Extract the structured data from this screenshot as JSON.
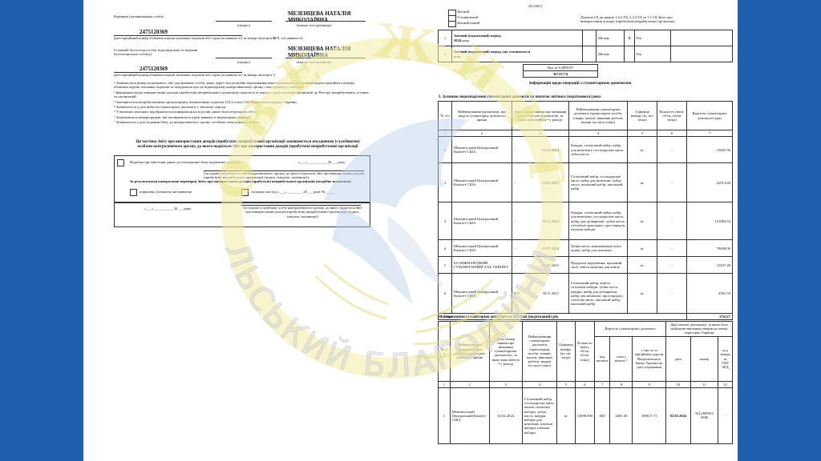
{
  "left": {
    "head_role": "Керівник (уповноважена особа)",
    "head_name": "МЕЗЕНЦЕВА НАТАЛІЯ МИКОЛАЇВНА",
    "sign_hint": "(підпис)",
    "name_hint": "(власне ім'я прізвище)",
    "head_code": "2475120369",
    "code_hint": "(реєстраційний номер облікової картки платника податків або серія (за наявності) та номер паспорта ¹)",
    "mp": "М.П. (за наявності)",
    "acc_role": "Головний бухгалтер (особа, відповідальна за ведення бухгалтерського обліку)",
    "acc_name": "МЕЗЕНЦЕВА НАТАЛІЯ МИКОЛАЇВНА",
    "acc_code": "2475120369",
    "notes": [
      "¹ Зазначається номер податкового, або для фізичної особи, якщо через свої релігійні переконання вона відмовилась від прийняття реєстраційного номера облікової картки платника податків та повідомила про це відповідному контролюючому органу і має відмітку у паспорті.",
      "² Інформація щодо використання доходів (прибутків) неприбуткової організації подається за період з дати внесення організації до Реєстру неприбуткових установ та організацій.",
      "³ Заповнюється неприбутковими організаціями, визначеними пунктом 133.4 статті 133 Податкового кодексу України.",
      "⁴ Зазначається у разі вибуття гуманітарної допомоги у звітному періоді.",
      "⁵ У вказаних колонках відображається інформація на підставі даних бухгалтерського обліку.",
      "⁶ Зазначаються номери рядків, які заповнюються в разі наявності відповідних операцій.",
      "⁷ Зазначається у разі подання Звіту до контролюючого органу засобами електронного зв'язку."
    ],
    "control_title": "Ця частина Звіту про використання доходів (прибутків) неприбуткової організації заповнюється посадовими (службовими) особами контролюючого органу, до якого подається Звіт про використання доходів (прибутків) неприбуткової організації",
    "mark_text": "Відмітка про внесення даних до електронної бази податкової звітності",
    "date_line": "«___» __________ 20___ року",
    "official_hint": "(посадова (службова) особа контролюючого органу, до якого подається Звіт про використання доходів (прибутків) неприбуткової організації (підпис, ініціали, прізвище))",
    "review_title": "За результатами камеральної перевірки Звіту про використання доходів (прибутків) неприбуткової організації (потрібне позначити)",
    "opt_ok": "порушень (помилок) не виявлено",
    "opt_act": "складено акт від «___» ________ 20___ року №_____",
    "date_line2": "«___» __________ 20___ року",
    "official_hint2": "(посадова (службова) особа контролюючого органу, до якого подається Звіт про використання доходів (прибутків) неприбуткової організації (підпис, ініціали, прізвище))"
  },
  "right": {
    "code_top": "J0133811",
    "flags": [
      "Звітний",
      "Уточнюючий",
      "Звітний новий"
    ],
    "annex": "Додаток ГД до рядків 1.4.2 ГД, 2.4.2 ГД та 3.1 ГД Звіту про використання доходів (прибутків) неприбуткової організації",
    "row1_label": "Звітний (податковий) період",
    "row1_year": "2024",
    "row1_unit": "року",
    "row2_label": "Звітний (податковий) період, що уточнюється",
    "row2_unit": "року",
    "month_label": "Місяць",
    "year_label": "Рік",
    "mark_x": "X",
    "edrpou_label": "Код за ЄДРПОУ",
    "edrpou": "36723774",
    "info_title": "Інформація щодо операцій з гуманітарною допомогою",
    "section1": "І. Залишок нерозподіленої гуманітарної допомоги на початок звітного (податкового) року",
    "section2": "ІІ. Отримання гуманітарної допомоги за звітний (податковий) рік",
    "t1_head": [
      "№ з/п",
      "Найменування організації, яка надала гуманітарну допомогу, країна",
      "Дата, номер заявки про визнання гуманітарною допомогою, за якою вона вибула ⁴ у рокоді",
      "Найменування гуманітарної допомоги (транспортні засоби, товари, кошти, виконані роботи, надані послуги тощо)",
      "Одиниця виміру (кг, шт. тощо)",
      "Кількість (ваги, об'єм, обсяг тощо)",
      "Вартість гуманітарної допомоги (грн)"
    ],
    "t1_nums": [
      "1",
      "2",
      "3",
      "4",
      "5",
      "6",
      "7"
    ],
    "t1_rows": [
      {
        "n": "1",
        "org": "Менонітський Центральний Комітет США",
        "code": "-",
        "date": "02.02.2023",
        "item": "Ковдри, гігієнічний набір, набір для немовлят, господарське мило, зубна паста",
        "unit": "кг",
        "qty": "-",
        "val": "13065.96"
      },
      {
        "n": "2",
        "org": "Менонітський Центральний Комітет США",
        "code": "-",
        "date": "29.06.2023",
        "item": "Гігієнічний набір, господарське мило, набір для немовлят, зубна паста, шкільний набір, шкільний набір",
        "unit": "кг",
        "qty": "-",
        "val": "42914.66"
      },
      {
        "n": "3",
        "org": "Менонітський Центральний Комітет США",
        "code": "-",
        "date": "23.11.2023",
        "item": "Ковдри, гігієнічний набір, набір для немовлят, господарське мило, набір для дезінфекції, зубна паста, гігієнічні прокладки, простирадла, шкільні набори",
        "unit": "кг",
        "qty": "-",
        "val": "121884.54"
      },
      {
        "n": "4",
        "org": "Менонітський Центральний Комітет США",
        "code": "-",
        "date": "07.07.2022",
        "item": "Зубна паста, консервоване м'ясо курки, набір для немовлят",
        "unit": "кг",
        "qty": "-",
        "val": "78658.96"
      },
      {
        "n": "5",
        "org": "БО МІЖНАРОДНИЙ ГУМАНІТАРНИЙ ХАБ УКРАЇНА",
        "code": "-",
        "date": "27.10.2023",
        "item": "Продукти харчування, пральний засіб, павла медична для жінок",
        "unit": "кг",
        "qty": "-",
        "val": "15237.40"
      },
      {
        "n": "6",
        "org": "Менонітський Центральний Комітет США",
        "code": "675",
        "date": "30.11.2021",
        "item": "Гігієнічний набір, жіночі гігієнічні набори, зубна паста, ковдри, набір для дезінфекції, набір для немовлят, простирадло, туалетне мило, шкільний набір, шкільний набір",
        "unit": "кг",
        "qty": "-",
        "val": "4365.50"
      }
    ],
    "t1_total_label": "Усього",
    "t1_total": "276127",
    "t2_head": {
      "n": "№ з/п",
      "org": "Найменування організації, яка надала гуманітарну допомогу, країна",
      "date": "Дата, номер заявки про визнання гуманітарною допомогою, за якою вона вибула ⁴ у рокоді",
      "item": "Найменування гуманітарної допомоги (транспортні засоби, товари, кошти, виконані роботи, надані послуги тощо)",
      "unit": "Одиниця виміру (кг, шт. тощо)",
      "qty": "Кількість (ваги, об'єм, обсяг тощо)",
      "value": "Вартість гуманітарної допомоги",
      "code": "код валюти",
      "foreign": "сума у валюті ⁵",
      "uah": "у грн за за офіційним курсом Національного банку України на дату отримання",
      "decl": "Дані митної декларації, за якою було здійснено ввезення товарів на митну територію України",
      "d": "дата",
      "num": "номер",
      "goods": "код товару за УКТ ЗЕД"
    },
    "t2_nums": [
      "1",
      "2",
      "3",
      "4",
      "5",
      "6",
      "7",
      "8",
      "9",
      "10",
      "11",
      "12"
    ],
    "t2_row": {
      "n": "1",
      "org": "Менонітський Центральний Комітет США",
      "date": "02.02.2024",
      "item": "Гігієнічний набір, господарське мило, жіночі гігієнічні набори, зубна паста, ковдри, набори для немовлят, шкільні набори, шкільні набори",
      "unit": "кг",
      "qty": "13098.000",
      "code": "840",
      "foreign": "4401.00",
      "uah": "168617.71",
      "d": "02.03.2024",
      "num": "№L20899/2 5086",
      "goods": "-"
    }
  },
  "watermark": {
    "top_word": "НОВЕ ЖИТТЯ",
    "bottom_word": "НІКОПОЛЬСЬКИЙ БЛАГОДІЙНИЙ ФОНД",
    "color": "#f3eca6",
    "dove_color": "#b9d0ea"
  }
}
